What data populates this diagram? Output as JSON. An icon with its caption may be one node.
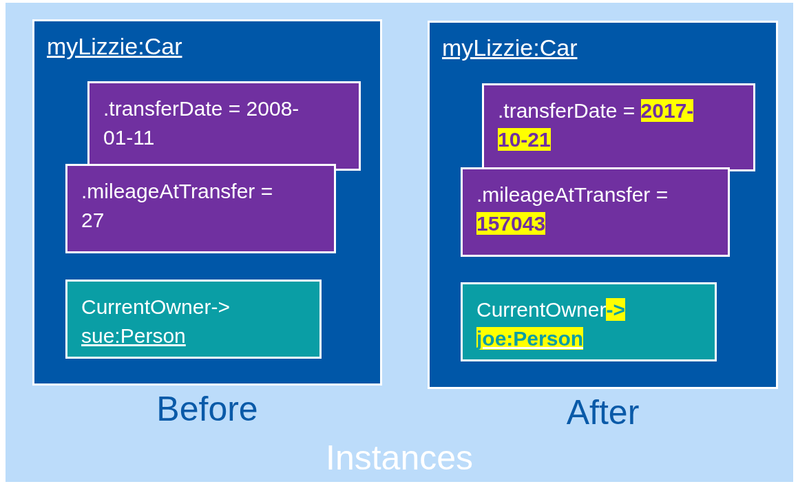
{
  "diagram": {
    "nodes": [
      {
        "text": [
          "Instances"
        ]
      },
      {
        "text": [
          "myLizzie:Car"
        ],
        "in": 0,
        "beside": [
          "Before"
        ]
      },
      {
        "text": [
          ".transferDate = 2008-01-11"
        ],
        "in": 1
      },
      {
        "text": [
          ".mileageAtTransfer = 27"
        ],
        "in": 1
      },
      {
        "text": [
          "CurrentOwner->",
          "sue:Person"
        ],
        "in": 1
      },
      {
        "text": [
          "myLizzie:Car"
        ],
        "in": 0,
        "beside": [
          "After"
        ]
      },
      {
        "text": [
          ".transferDate = **2017-10-21**"
        ],
        "in": 5
      },
      {
        "text": [
          ".mileageAtTransfer = **157043**"
        ],
        "in": 5
      },
      {
        "text": [
          "CurrentOwner**->**",
          "**joe:Person**"
        ],
        "in": 5
      }
    ]
  }
}
